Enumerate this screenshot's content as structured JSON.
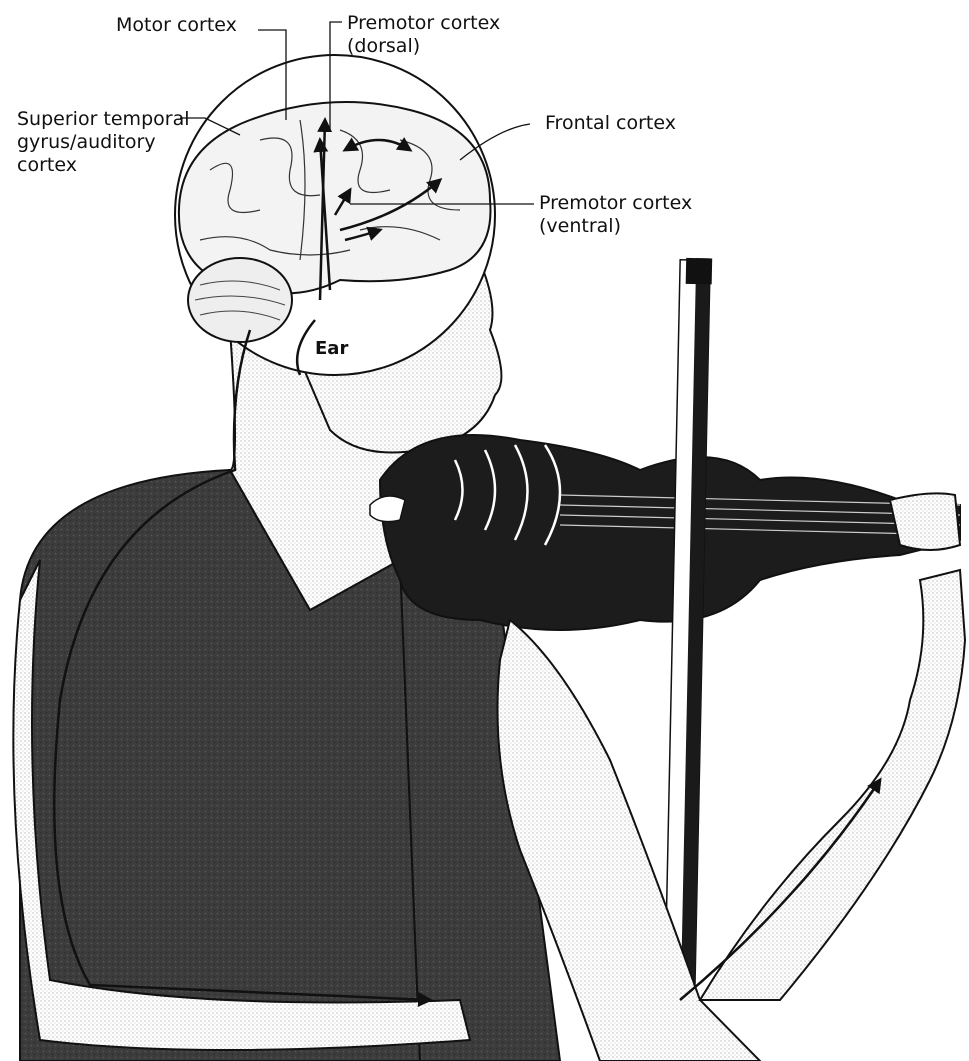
{
  "labels": {
    "motor_cortex": "Motor cortex",
    "premotor_dorsal": [
      "Premotor cortex",
      "(dorsal)"
    ],
    "frontal_cortex": "Frontal cortex",
    "superior_temporal": [
      "Superior temporal",
      "gyrus/auditory",
      "cortex"
    ],
    "premotor_ventral": [
      "Premotor cortex",
      "(ventral)"
    ],
    "ear": "Ear"
  },
  "colors": {
    "shirt": "#3a3a3a",
    "violin": "#1c1c1c",
    "line": "#111111",
    "background": "#ffffff"
  }
}
